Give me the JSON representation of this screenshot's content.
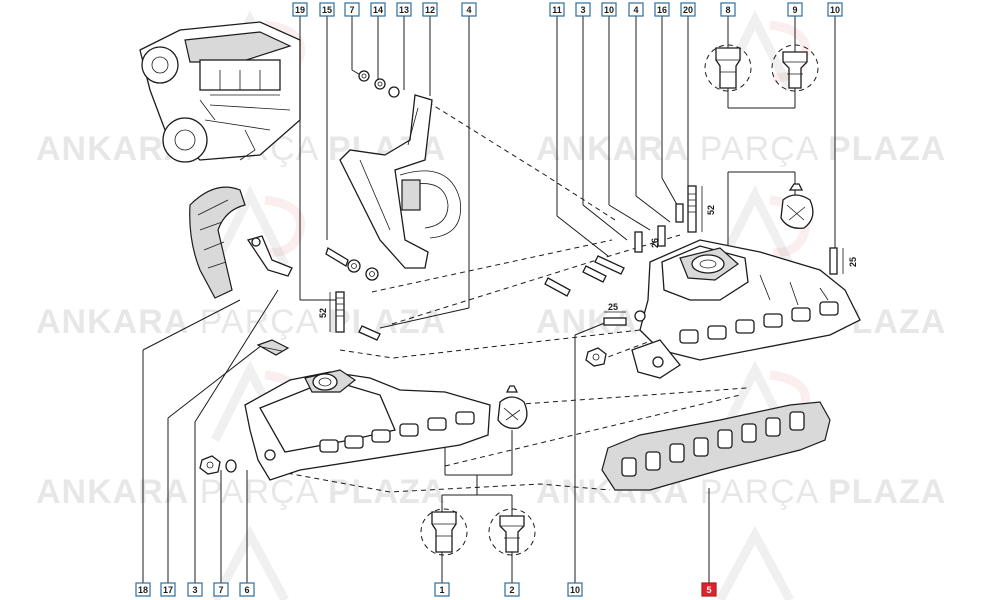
{
  "watermark": {
    "brand_first": "ANKARA",
    "brand_middle": "PARÇA",
    "brand_last": "PLAZA"
  },
  "callouts_top": [
    "19",
    "15",
    "7",
    "14",
    "13",
    "12",
    "4",
    "11",
    "3",
    "10",
    "4",
    "16",
    "20",
    "8",
    "9",
    "10"
  ],
  "callouts_bottom": [
    "18",
    "17",
    "3",
    "7",
    "6",
    "1",
    "2",
    "10",
    "5"
  ],
  "highlighted_callout": "5",
  "dimensions": {
    "stud_52_top": "52",
    "stud_52_left": "52",
    "stud_26": "26",
    "stud_25_right": "25",
    "stud_25_center": "25"
  },
  "colors": {
    "callout_border": "#2b6f9e",
    "highlight": "#e0242b",
    "line": "#1c1c1c"
  }
}
